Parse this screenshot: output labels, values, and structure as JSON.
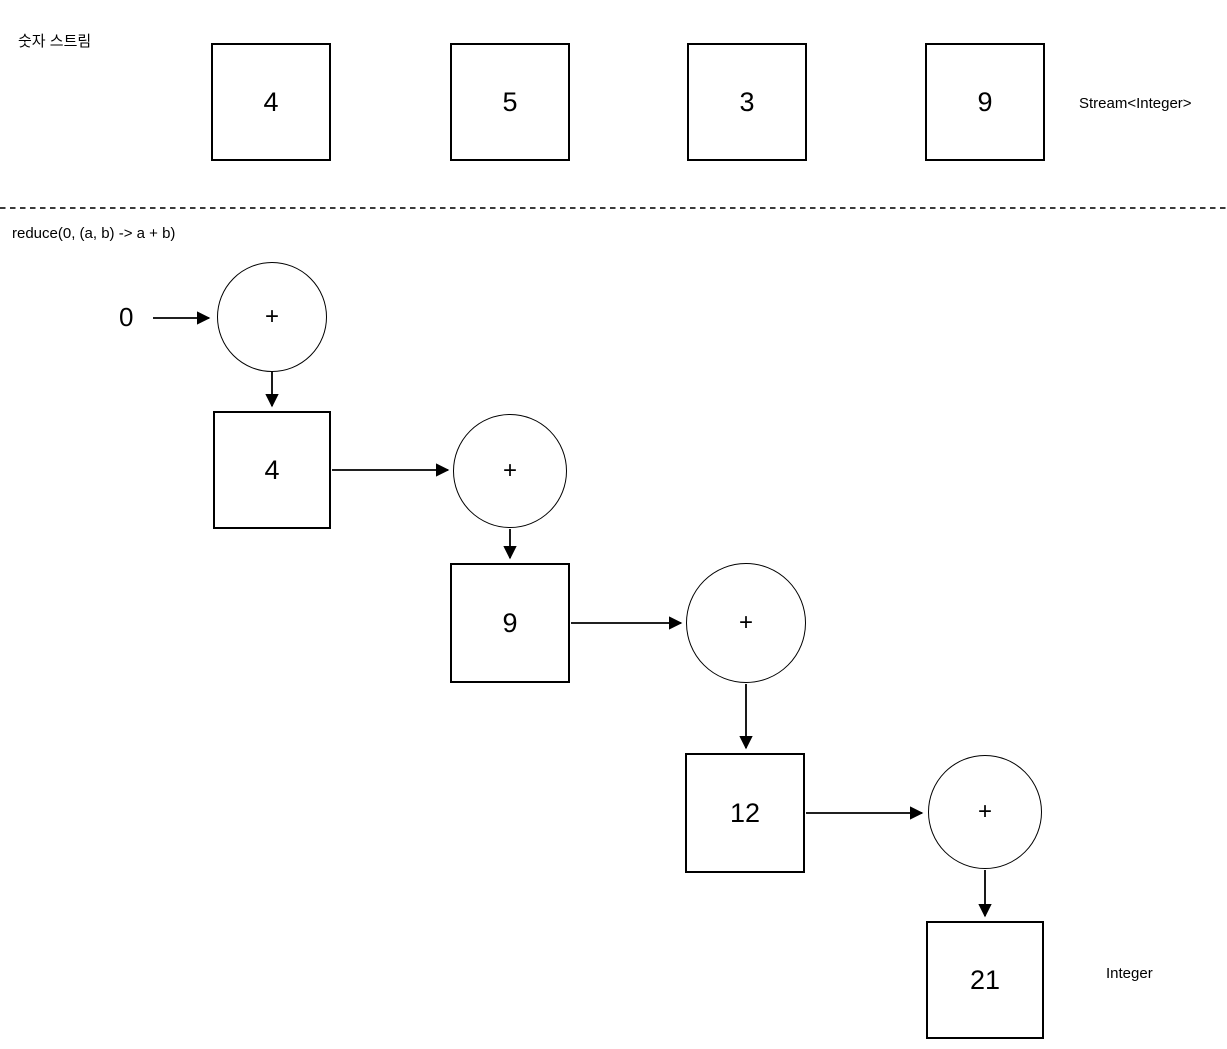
{
  "stream": {
    "label": "숫자 스트림",
    "type": "Stream<Integer>",
    "values": [
      "4",
      "5",
      "3",
      "9"
    ]
  },
  "reduce": {
    "expression": "reduce(0, (a, b) -> a + b)",
    "seed": "0",
    "result_type": "Integer",
    "steps": [
      {
        "operator": "+",
        "result": "4"
      },
      {
        "operator": "+",
        "result": "9"
      },
      {
        "operator": "+",
        "result": "12"
      },
      {
        "operator": "+",
        "result": "21"
      }
    ]
  },
  "colors": {
    "stroke": "#000000",
    "background": "#ffffff"
  }
}
